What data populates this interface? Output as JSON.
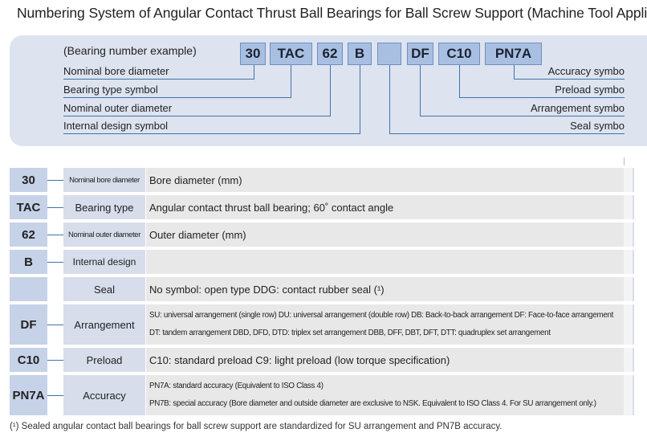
{
  "title": "Numbering System of Angular Contact Thrust Ball Bearings for Ball Screw Support (Machine Tool Applic",
  "example": {
    "heading": "(Bearing number example)",
    "codes": [
      "30",
      "TAC",
      "62",
      "B",
      "",
      "DF",
      "C10",
      "PN7A"
    ],
    "left_labels": [
      "Nominal bore diameter",
      "Bearing type symbol",
      "Nominal outer diameter",
      "Internal design symbol"
    ],
    "right_labels": [
      "Accuracy symbo",
      "Preload symbo",
      "Arrangement symbo",
      "Seal symbo"
    ]
  },
  "rows": [
    {
      "code": "30",
      "name": "Nominal bore diameter",
      "desc": [
        "Bore diameter (mm)"
      ]
    },
    {
      "code": "TAC",
      "name": "Bearing type",
      "desc": [
        "Angular contact thrust ball bearing; 60˚ contact angle"
      ]
    },
    {
      "code": "62",
      "name": "Nominal outer diameter",
      "desc": [
        "Outer diameter (mm)"
      ]
    },
    {
      "code": "B",
      "name": "Internal design",
      "desc": [
        ""
      ]
    },
    {
      "code": "",
      "name": "Seal",
      "desc": [
        "No symbol: open type  DDG: contact rubber seal (¹)"
      ]
    },
    {
      "code": "DF",
      "name": "Arrangement",
      "desc": [
        "SU: universal arrangement (single row)  DU: universal arrangement (double row)  DB: Back-to-back arrangement  DF: Face-to-face arrangement",
        "DT: tandem arrangement  DBD, DFD, DTD: triplex set arrangement  DBB, DFF, DBT, DFT, DTT: quadruplex set arrangement"
      ]
    },
    {
      "code": "C10",
      "name": "Preload",
      "desc": [
        "C10: standard preload  C9: light preload (low torque specification)"
      ]
    },
    {
      "code": "PN7A",
      "name": "Accuracy",
      "desc": [
        "PN7A: standard accuracy (Equivalent to ISO Class 4)",
        "PN7B: special accuracy (Bore diameter and outside diameter are exclusive to NSK. Equivalent to ISO Class 4. For SU arrangement only.)"
      ]
    }
  ],
  "footnote": "(¹) Sealed angular contact ball bearings for ball screw support are standardized for SU arrangement and PN7B accuracy."
}
